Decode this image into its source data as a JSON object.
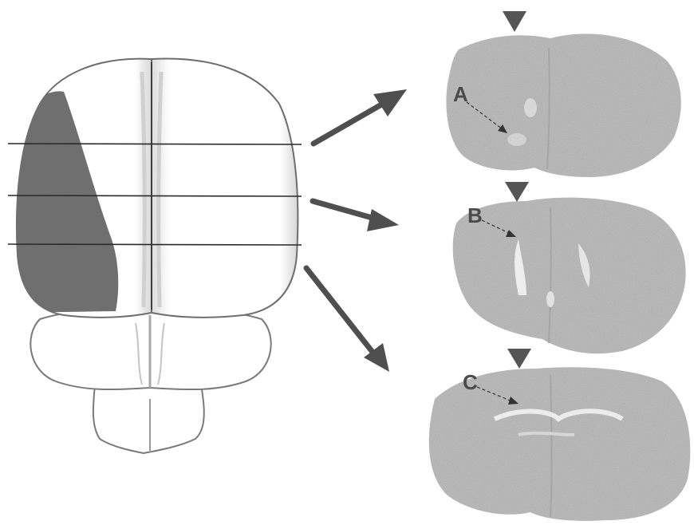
{
  "figure": {
    "background": "#ffffff",
    "colors": {
      "brain_outline": "#6e6e6e",
      "brain_fill": "#ffffff",
      "lesion_fill": "#6f6f6f",
      "section_tissue": "#bdbdbd",
      "arrow": "#4f4f4f",
      "marker": "#555555",
      "section_lines": "#2a2a2a"
    },
    "icons": {
      "marker": "downward-triangle",
      "pointer": "dashed-arrow"
    },
    "sections": [
      {
        "label": "A"
      },
      {
        "label": "B"
      },
      {
        "label": "C"
      }
    ]
  }
}
